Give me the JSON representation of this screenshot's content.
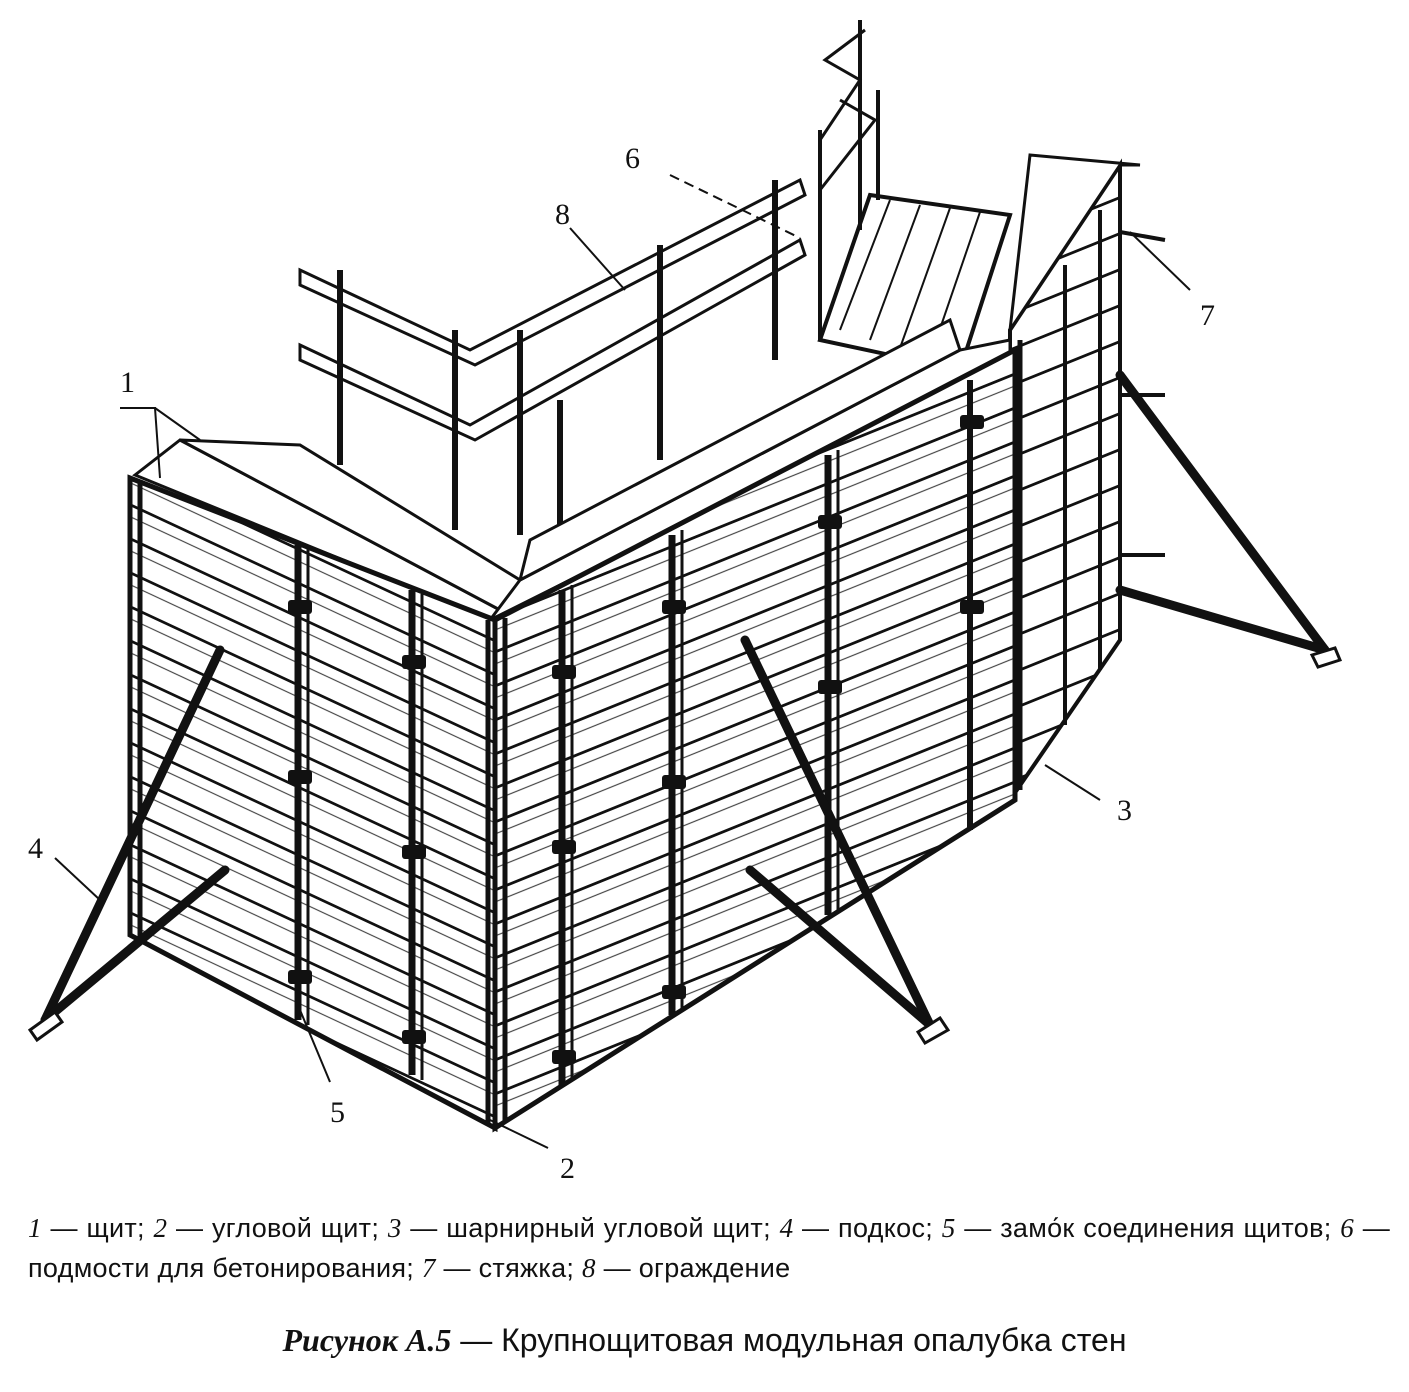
{
  "figure": {
    "callouts": [
      "1",
      "2",
      "3",
      "4",
      "5",
      "6",
      "7",
      "8"
    ]
  },
  "legend": [
    {
      "num": "1",
      "text": " — щит; "
    },
    {
      "num": "2",
      "text": " — угловой щит; "
    },
    {
      "num": "3",
      "text": " — шарнирный угловой щит; "
    },
    {
      "num": "4",
      "text": " — подкос; "
    },
    {
      "num": "5",
      "text": " — замо́к соединения щитов; "
    },
    {
      "num": "6",
      "text": " — подмости для бетонирования; "
    },
    {
      "num": "7",
      "text": " — стяжка; "
    },
    {
      "num": "8",
      "text": " — ограждение"
    }
  ],
  "caption": {
    "label": "Рисунок А.5",
    "text": " — Крупнощитовая модульная опалубка стен"
  }
}
